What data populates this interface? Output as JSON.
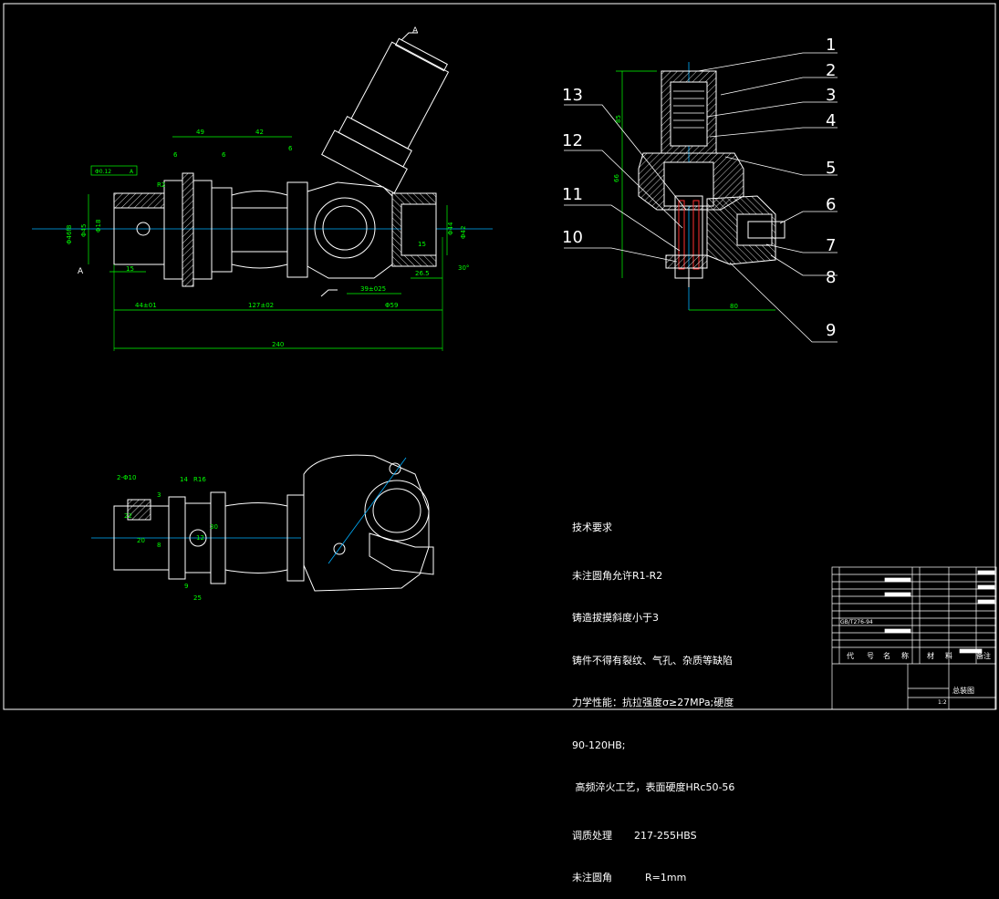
{
  "drawing": {
    "section_mark": "A",
    "view_mark_left": "A",
    "datum_tolerance": "Φ0.12",
    "datum_ref": "A",
    "part_numbers": [
      "1",
      "2",
      "3",
      "4",
      "5",
      "6",
      "7",
      "8",
      "9",
      "10",
      "11",
      "12",
      "13"
    ]
  },
  "dimensions": {
    "top_49": "49",
    "top_42": "42",
    "top_6a": "6",
    "top_6b": "6",
    "top_6c": "6",
    "r1": "R2",
    "d_a": "Φ46f8",
    "d_b": "Φ45",
    "d_c": "Φ18",
    "d_d": "Φ44",
    "d_e": "Φ42",
    "d_f": "15",
    "len_15": "15",
    "len_26_5": "26.5",
    "ang_30": "30°",
    "len_44": "44±01",
    "len_127": "127±02",
    "len_39": "39±025",
    "len_65": "Φ59",
    "len_240": "240",
    "right_85": "85",
    "right_80": "80",
    "right_66": "66",
    "b_2_4": "2-Φ10",
    "b_14": "14",
    "b_r16": "R16",
    "b_3": "3",
    "b_20": "20",
    "b_8": "8",
    "b_22": "22",
    "b_9": "9",
    "b_25": "25",
    "b_30": "30",
    "b_12": "12"
  },
  "notes": {
    "heading": "技术要求",
    "lines": [
      "未注圆角允许R1-R2",
      "铸造拔摸斜度小于3",
      "铸件不得有裂纹、气孔、杂质等缺陷",
      "力学性能：抗拉强度σ≥27MPa;硬度",
      "90-120HB;",
      " 高频淬火工艺，表面硬度HRc50-56"
    ],
    "treat_label": "调质处理",
    "treat_value": "217-255HBS",
    "fillet_label": "未注圆角",
    "fillet_value": "R=1mm"
  },
  "title_block": {
    "std_no": "GB/T276-94",
    "col_code": "代",
    "col_no": "号",
    "col_name": "名",
    "col_name2": "称",
    "col_material": "材",
    "col_material2": "料",
    "col_remark": "备注",
    "drawing_title": "总装图",
    "scale": "1:2"
  },
  "colors": {
    "background": "#000000",
    "outline": "#ffffff",
    "dimension": "#00ff00",
    "centerline": "#00b0ff",
    "hatch": "#ffffff",
    "hidden": "#ff3030"
  }
}
